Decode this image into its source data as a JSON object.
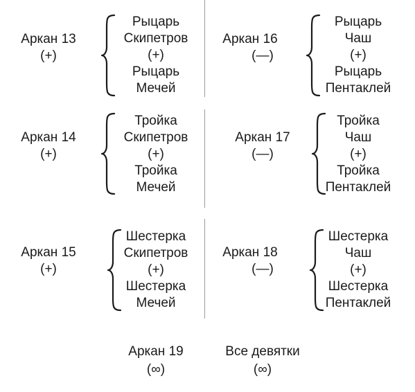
{
  "groups": [
    {
      "left": {
        "arcana": "Аркан 13",
        "sign": "(+)",
        "cards": [
          "Рыцарь",
          "Скипетров",
          "(+)",
          "Рыцарь",
          "Мечей"
        ]
      },
      "right": {
        "arcana": "Аркан 16",
        "sign": "(—)",
        "cards": [
          "Рыцарь",
          "Чаш",
          "(+)",
          "Рыцарь",
          "Пентаклей"
        ]
      }
    },
    {
      "left": {
        "arcana": "Аркан 14",
        "sign": "(+)",
        "cards": [
          "Тройка",
          "Скипетров",
          "(+)",
          "Тройка",
          "Мечей"
        ]
      },
      "right": {
        "arcana": "Аркан 17",
        "sign": "(—)",
        "cards": [
          "Тройка",
          "Чаш",
          "(+)",
          "Тройка",
          "Пентаклей"
        ]
      }
    },
    {
      "left": {
        "arcana": "Аркан 15",
        "sign": "(+)",
        "cards": [
          "Шестерка",
          "Скипетров",
          "(+)",
          "Шестерка",
          "Мечей"
        ]
      },
      "right": {
        "arcana": "Аркан 18",
        "sign": "(—)",
        "cards": [
          "Шестерка",
          "Чаш",
          "(+)",
          "Шестерка",
          "Пентаклей"
        ]
      }
    }
  ],
  "footer": {
    "left": {
      "label": "Аркан 19",
      "sign": "(∞)"
    },
    "right": {
      "label": "Все девятки",
      "sign": "(∞)"
    }
  }
}
